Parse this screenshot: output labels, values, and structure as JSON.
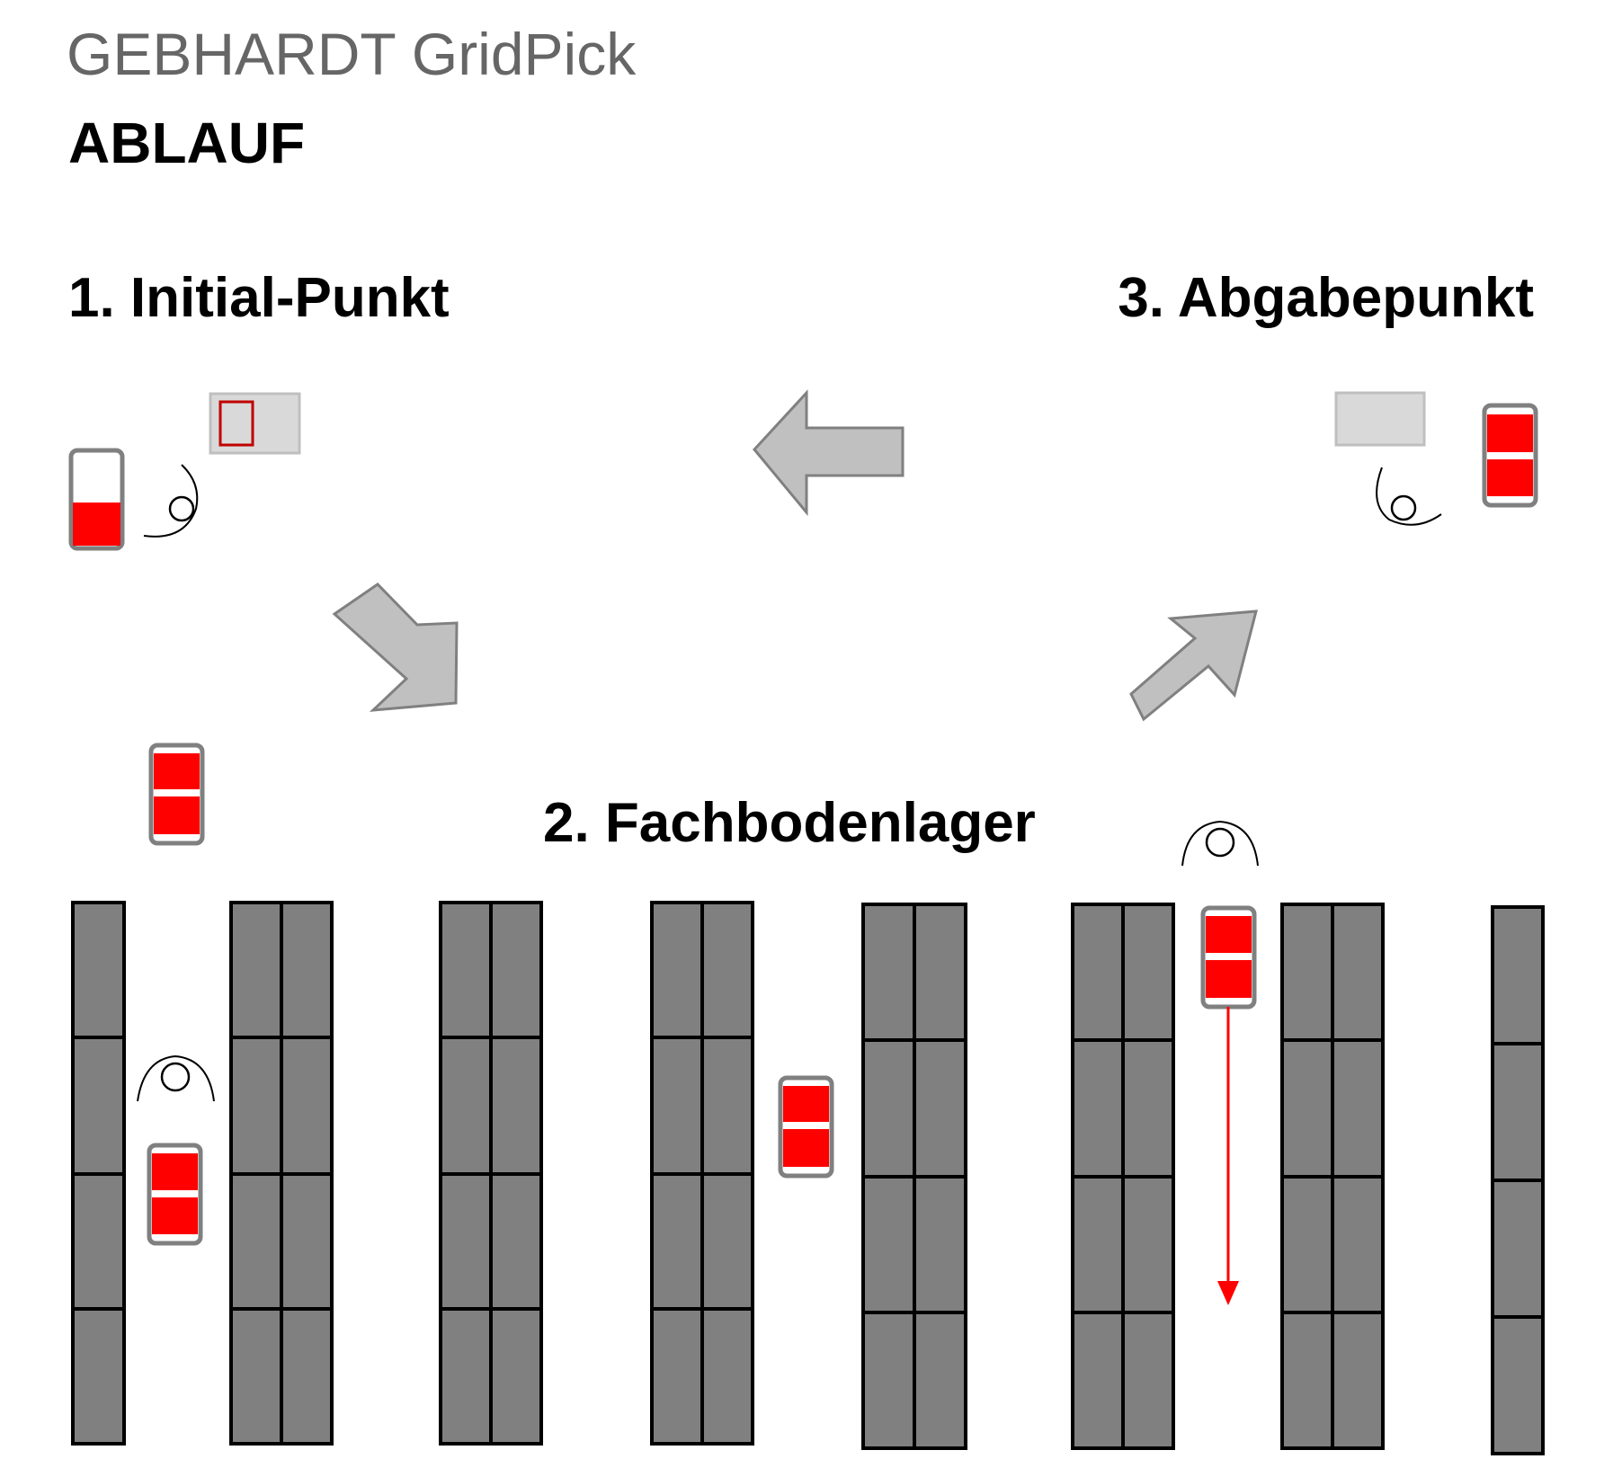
{
  "header": {
    "brand": "GEBHARDT GridPick",
    "title": "ABLAUF"
  },
  "steps": {
    "step1": "1. Initial-Punkt",
    "step2": "2. Fachbodenlager",
    "step3": "3. Abgabepunkt"
  },
  "colors": {
    "shelf_fill": "#808080",
    "shelf_stroke": "#000000",
    "tote_red": "#ff0000",
    "tote_border": "#808080",
    "arrow_fill": "#c0c0c0",
    "arrow_stroke": "#808080",
    "station_fill": "#d9d9d9",
    "station_marker": "#c00000",
    "path_arrow": "#ff0000"
  },
  "icons": {
    "flow_arrow": "flow-arrow-icon",
    "operator": "operator-icon",
    "tote": "tote-icon",
    "station": "station-icon",
    "path": "path-arrow-icon"
  }
}
